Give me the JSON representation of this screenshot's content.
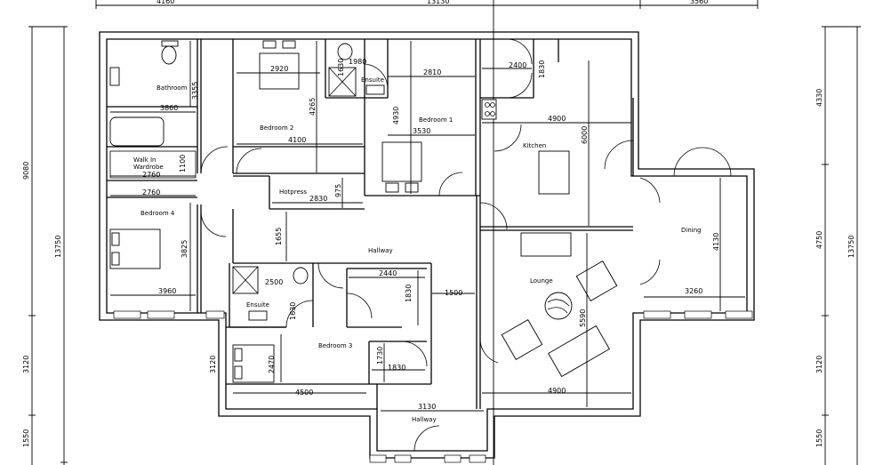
{
  "plan": {
    "rooms": {
      "bathroom": "Bathroom",
      "walkin_line1": "Walk In",
      "walkin_line2": "Wardrobe",
      "bedroom4": "Bedroom 4",
      "bedroom2": "Bedroom 2",
      "ensuite_top": "Ensuite",
      "bedroom1": "Bedroom 1",
      "kitchen": "Kitchen",
      "hotpress": "Hotpress",
      "hallway_main": "Hallway",
      "dining": "Dining",
      "lounge": "Lounge",
      "ensuite_bottom": "Ensuite",
      "bedroom3": "Bedroom 3",
      "hallway_entry": "Hallway"
    },
    "dims": {
      "top_left": "4160",
      "top_mid": "13130",
      "top_right": "3560",
      "left_total": "9080",
      "left_overall": "13750",
      "left_mid": "3120",
      "left_bottom": "1550",
      "right_top": "4330",
      "right_mid": "4750",
      "right_overall": "13750",
      "right_lower": "3120",
      "right_bottom": "1550",
      "bath_height": "3355",
      "bath_width": "3860",
      "wardrobe_width": "2760",
      "wardrobe_height": "1100",
      "bed4_width_top": "2760",
      "bed4_height": "3825",
      "bed4_width": "3960",
      "bed2_width_top": "2920",
      "bed2_height": "4265",
      "bed2_width": "4100",
      "ens_width": "1980",
      "ens_height": "1630",
      "bed1_width_top": "2810",
      "bed1_height": "4930",
      "bed1_width": "3530",
      "hall_top_a": "2400",
      "hall_top_b": "1830",
      "kitchen_width": "4900",
      "kitchen_height": "6000",
      "hotpress_width": "2830",
      "hotpress_height": "975",
      "hall_height": "1655",
      "ens2_width": "2500",
      "ens2_height": "1630",
      "closet_width": "2440",
      "closet_height": "1830",
      "hall_width": "1500",
      "dining_height": "4130",
      "dining_width": "3260",
      "lounge_height": "5590",
      "bed3_height": "2470",
      "bed3_width": "4500",
      "closet2_height": "1730",
      "closet2_width": "1830",
      "entry_width": "3130",
      "lounge_width": "4900",
      "left_lower": "3120"
    }
  }
}
